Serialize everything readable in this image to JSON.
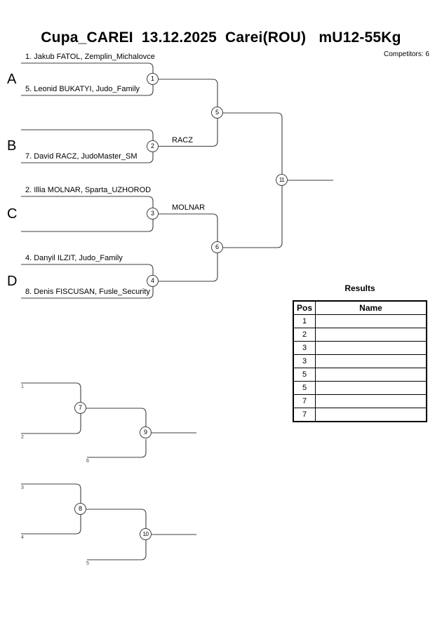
{
  "header": {
    "title": "Cupa_CAREI  13.12.2025  Carei(ROU)   mU12-55Kg",
    "competitors_label": "Competitors: 6"
  },
  "bracket": {
    "sections": {
      "a": "A",
      "b": "B",
      "c": "C",
      "d": "D"
    },
    "entries": {
      "a_top": "1. Jakub FATOL, Zemplin_Michalovce",
      "a_bottom": "5. Leonid BUKATYI, Judo_Family",
      "b_bottom": "7. David RACZ, JudoMaster_SM",
      "c_top": "2. Illia MOLNAR, Sparta_UZHOROD",
      "d_top": "4. Danyil ILZIT, Judo_Family",
      "d_bottom": "8. Denis FISCUSAN, Fusle_Security"
    },
    "winner_labels": {
      "match2": "RACZ",
      "match3": "MOLNAR"
    },
    "matches": {
      "m1": "1",
      "m2": "2",
      "m3": "3",
      "m4": "4",
      "m5": "5",
      "m6": "6",
      "m11": "11"
    },
    "line_color": "#3f3f3f"
  },
  "repechage": {
    "matches": {
      "m7": "7",
      "m8": "8",
      "m9": "9",
      "m10": "10"
    },
    "entry_refs": {
      "r1": "1",
      "r2": "2",
      "r6": "6",
      "r3": "3",
      "r4": "4",
      "r5": "5"
    }
  },
  "results": {
    "title": "Results",
    "columns": {
      "pos": "Pos",
      "name": "Name"
    },
    "rows": [
      {
        "pos": "1",
        "name": ""
      },
      {
        "pos": "2",
        "name": ""
      },
      {
        "pos": "3",
        "name": ""
      },
      {
        "pos": "3",
        "name": ""
      },
      {
        "pos": "5",
        "name": ""
      },
      {
        "pos": "5",
        "name": ""
      },
      {
        "pos": "7",
        "name": ""
      },
      {
        "pos": "7",
        "name": ""
      }
    ]
  }
}
